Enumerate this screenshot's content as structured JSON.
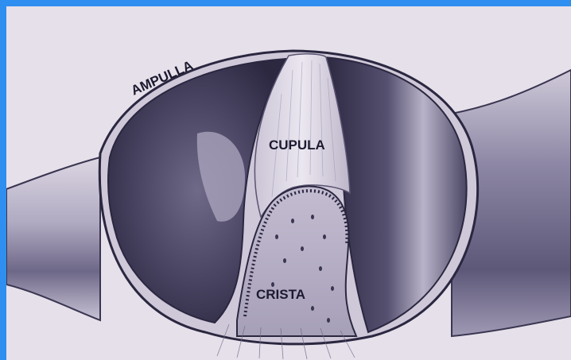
{
  "labels": {
    "ampulla": "AMPULLA",
    "cupula": "CUPULA",
    "crista": "CRISTA"
  },
  "colors": {
    "frame_background": "#2f8ff0",
    "paper": "#e8e2ec",
    "cavity_dark": "#3a3550",
    "tube_shade": "#8a84a2",
    "cupula_fill": "#ddd8e4",
    "crista_fill": "#b9b2c8",
    "ink": "#1d1a30"
  }
}
